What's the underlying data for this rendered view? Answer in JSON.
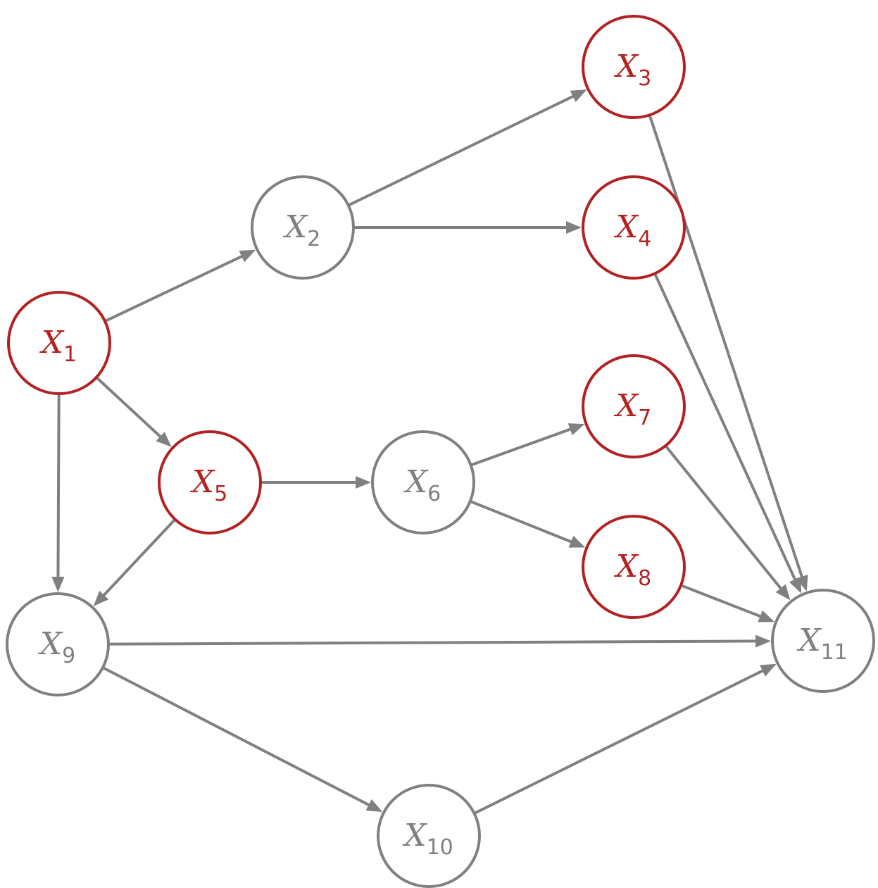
{
  "colors": {
    "highlight": "#b22222",
    "normal": "#808080",
    "edge": "#808080"
  },
  "nodes": [
    {
      "id": "X1",
      "letter": "X",
      "sub": "1",
      "highlight": true
    },
    {
      "id": "X2",
      "letter": "X",
      "sub": "2",
      "highlight": false
    },
    {
      "id": "X3",
      "letter": "X",
      "sub": "3",
      "highlight": true
    },
    {
      "id": "X4",
      "letter": "X",
      "sub": "4",
      "highlight": true
    },
    {
      "id": "X5",
      "letter": "X",
      "sub": "5",
      "highlight": true
    },
    {
      "id": "X6",
      "letter": "X",
      "sub": "6",
      "highlight": false
    },
    {
      "id": "X7",
      "letter": "X",
      "sub": "7",
      "highlight": true
    },
    {
      "id": "X8",
      "letter": "X",
      "sub": "8",
      "highlight": true
    },
    {
      "id": "X9",
      "letter": "X",
      "sub": "9",
      "highlight": false
    },
    {
      "id": "X10",
      "letter": "X",
      "sub": "10",
      "highlight": false
    },
    {
      "id": "X11",
      "letter": "X",
      "sub": "11",
      "highlight": false
    }
  ],
  "edges": [
    {
      "from": "X1",
      "to": "X2"
    },
    {
      "from": "X1",
      "to": "X5"
    },
    {
      "from": "X1",
      "to": "X9"
    },
    {
      "from": "X2",
      "to": "X3"
    },
    {
      "from": "X2",
      "to": "X4"
    },
    {
      "from": "X5",
      "to": "X6"
    },
    {
      "from": "X5",
      "to": "X9"
    },
    {
      "from": "X6",
      "to": "X7"
    },
    {
      "from": "X6",
      "to": "X8"
    },
    {
      "from": "X3",
      "to": "X11"
    },
    {
      "from": "X4",
      "to": "X11"
    },
    {
      "from": "X7",
      "to": "X11"
    },
    {
      "from": "X8",
      "to": "X11"
    },
    {
      "from": "X9",
      "to": "X11"
    },
    {
      "from": "X9",
      "to": "X10"
    },
    {
      "from": "X10",
      "to": "X11"
    }
  ]
}
